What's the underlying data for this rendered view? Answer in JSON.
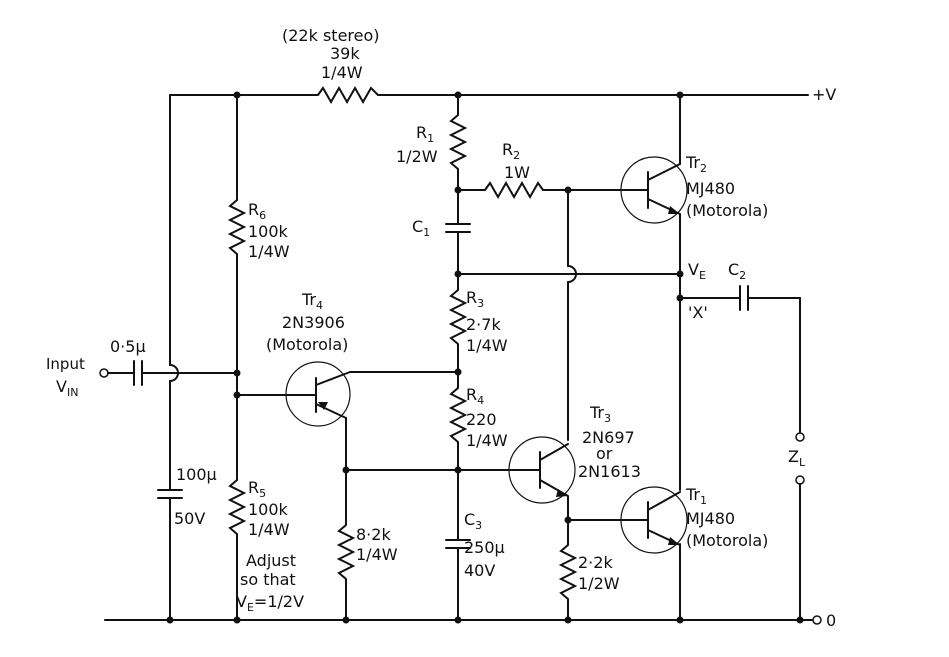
{
  "labels": {
    "r_feed_note": "(22k stereo)",
    "r_feed_value": "39k",
    "r_feed_power": "1/4W",
    "supply": "+V",
    "ground": "0",
    "r1_name": "R",
    "r1_sub": "1",
    "r1_power": "1/2W",
    "r2_name": "R",
    "r2_sub": "2",
    "r2_power": "1W",
    "c1_name": "C",
    "c1_sub": "1",
    "tr2_name": "Tr",
    "tr2_sub": "2",
    "tr2_type": "MJ480",
    "tr2_make": "(Motorola)",
    "ve_name": "V",
    "ve_sub": "E",
    "c2_name": "C",
    "c2_sub": "2",
    "x_label": "'X'",
    "r6_name": "R",
    "r6_sub": "6",
    "r6_value": "100k",
    "r6_power": "1/4W",
    "r3_name": "R",
    "r3_sub": "3",
    "r3_value": "2·7k",
    "r3_power": "1/4W",
    "tr4_name": "Tr",
    "tr4_sub": "4",
    "tr4_type": "2N3906",
    "tr4_make": "(Motorola)",
    "input_cap": "0·5µ",
    "input_word": "Input",
    "vin_name": "V",
    "vin_sub": "IN",
    "r4_name": "R",
    "r4_sub": "4",
    "r4_value": "220",
    "r4_power": "1/4W",
    "tr3_name": "Tr",
    "tr3_sub": "3",
    "tr3_type_a": "2N697",
    "tr3_or": "or",
    "tr3_type_b": "2N1613",
    "zl_name": "Z",
    "zl_sub": "L",
    "c_big": "100µ",
    "c_big_v": "50V",
    "r5_name": "R",
    "r5_sub": "5",
    "r5_value": "100k",
    "r5_power": "1/4W",
    "tr1_name": "Tr",
    "tr1_sub": "1",
    "tr1_type": "MJ480",
    "tr1_make": "(Motorola)",
    "r_bias_value": "8·2k",
    "r_bias_power": "1/4W",
    "c3_name": "C",
    "c3_sub": "3",
    "c3_value": "250µ",
    "c3_volt": "40V",
    "r_em_value": "2·2k",
    "r_em_power": "1/2W",
    "adjust_1": "Adjust",
    "adjust_2": "so that",
    "adjust_ve": "V",
    "adjust_ve_sub": "E",
    "adjust_eq": "=1/2V"
  }
}
